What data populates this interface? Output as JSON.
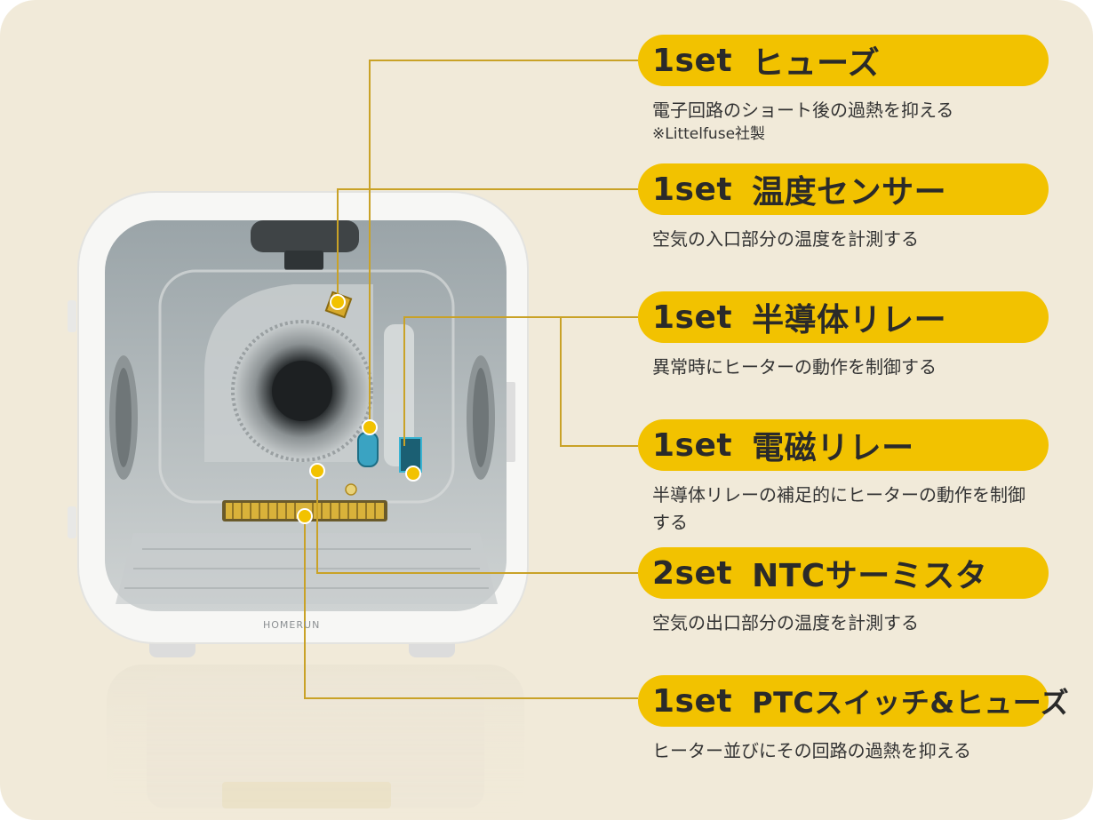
{
  "brand_logo": "HOMERUN",
  "callouts": [
    {
      "qty": "1set",
      "name": "ヒューズ",
      "desc": "電子回路のショート後の過熱を抑える",
      "note": "※Littelfuse社製"
    },
    {
      "qty": "1set",
      "name": "温度センサー",
      "desc": "空気の入口部分の温度を計測する"
    },
    {
      "qty": "1set",
      "name": "半導体リレー",
      "desc": "異常時にヒーターの動作を制御する"
    },
    {
      "qty": "1set",
      "name": "電磁リレー",
      "desc": "半導体リレーの補足的にヒーターの動作を制御する"
    },
    {
      "qty": "2set",
      "name": "NTCサーミスタ",
      "desc": "空気の出口部分の温度を計測する"
    },
    {
      "qty": "1set",
      "name": "PTCスイッチ&ヒューズ",
      "desc": "ヒーター並びにその回路の過熱を抑える"
    }
  ],
  "colors": {
    "accent": "#f2c200",
    "background": "#f1ead9",
    "line": "#c9a227"
  }
}
